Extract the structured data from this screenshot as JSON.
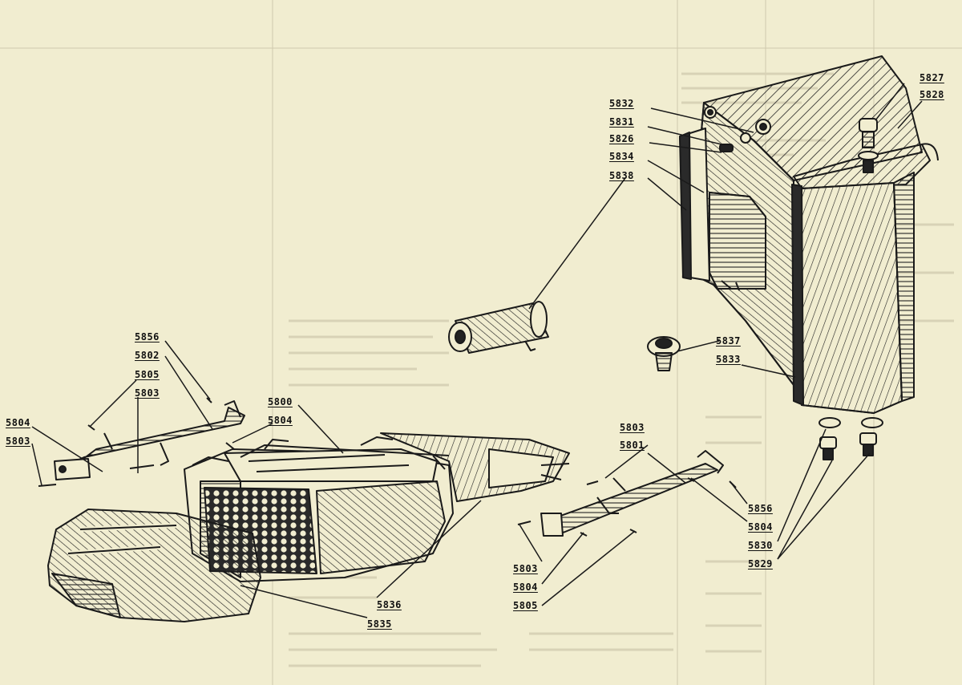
{
  "labels": {
    "l5827": "5827",
    "l5828": "5828",
    "l5832": "5832",
    "l5831": "5831",
    "l5826": "5826",
    "l5834": "5834",
    "l5838": "5838",
    "l5837": "5837",
    "l5833": "5833",
    "l5856a": "5856",
    "l5802": "5802",
    "l5805a": "5805",
    "l5803a": "5803",
    "l5804a": "5804",
    "l5803b": "5803",
    "l5800": "5800",
    "l5804b": "5804",
    "l5803c": "5803",
    "l5801": "5801",
    "l5856b": "5856",
    "l5804c": "5804",
    "l5830": "5830",
    "l5829": "5829",
    "l5803d": "5803",
    "l5804d": "5804",
    "l5805b": "5805",
    "l5836": "5836",
    "l5835": "5835"
  }
}
